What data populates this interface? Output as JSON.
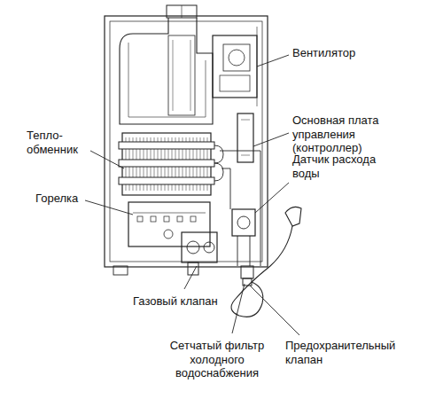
{
  "diagram": {
    "labels": [
      "Вентилятор",
      "Основная плата управления (контроллер)",
      "Датчик расхода воды",
      "Тепло- обменник",
      "Горелка",
      "Газовый клапан",
      "Сетчатый фильтр холодного водоснабжения",
      "Предохранительный клапан"
    ]
  }
}
